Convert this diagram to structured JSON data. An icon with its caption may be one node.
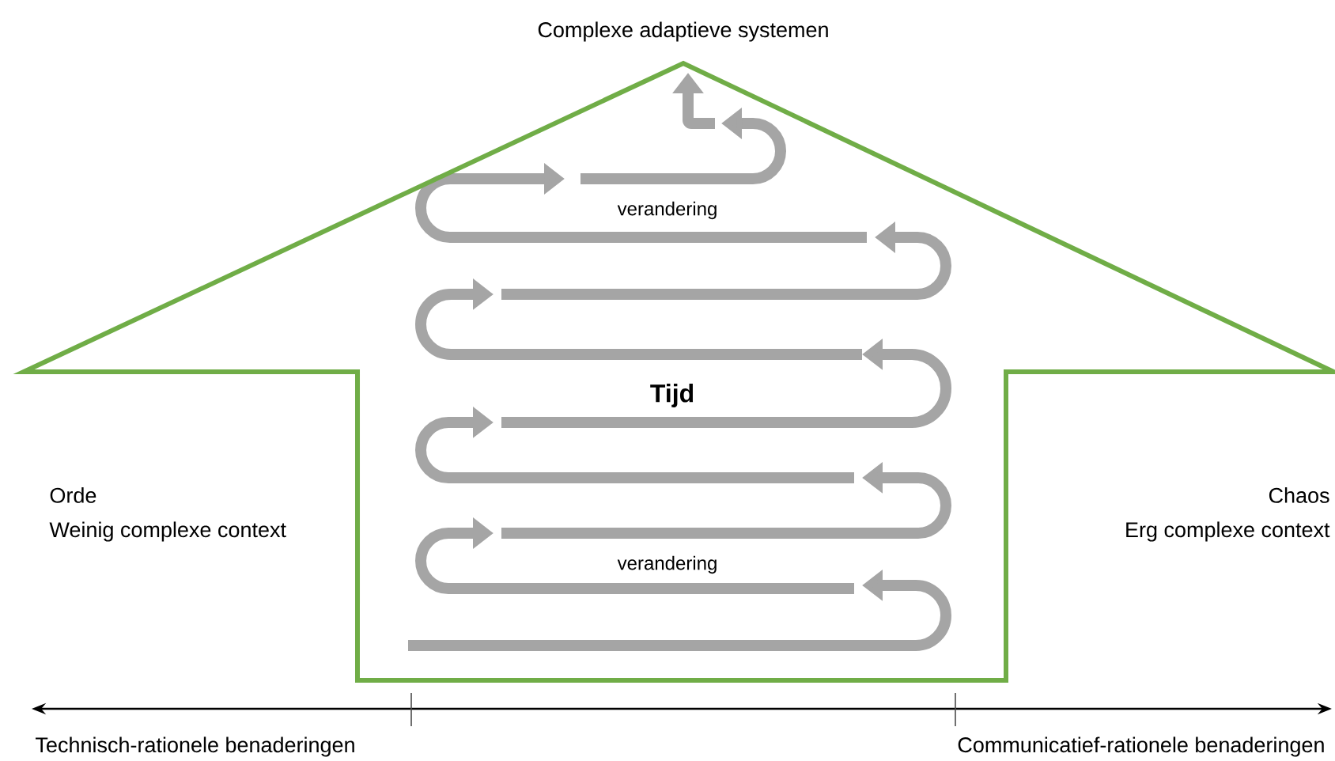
{
  "diagram": {
    "nodes": [
      {
        "text": [
          "verandering",
          "Tijd",
          "verandering"
        ]
      }
    ],
    "labels": [
      "Complexe adaptieve systemen",
      "Orde",
      "Weinig complexe context",
      "Chaos",
      "Erg complexe context",
      "Technisch-rationele benaderingen",
      "Communicatief-rationele benaderingen"
    ]
  }
}
